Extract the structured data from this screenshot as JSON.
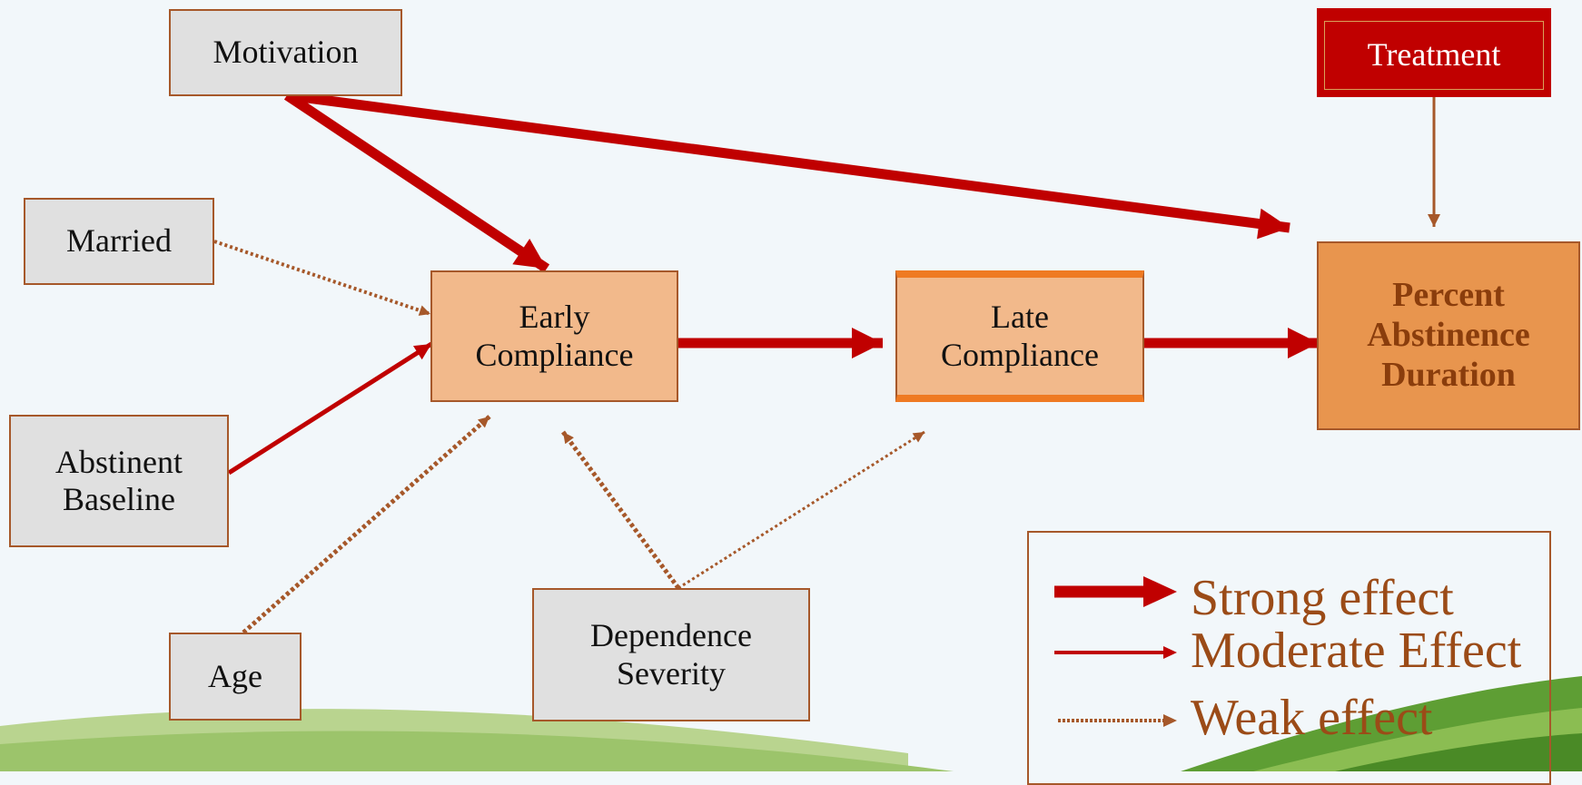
{
  "nodes": {
    "motivation": "Motivation",
    "treatment": "Treatment",
    "married": "Married",
    "early_compliance_line1": "Early",
    "early_compliance_line2": "Compliance",
    "late_compliance_line1": "Late",
    "late_compliance_line2": "Compliance",
    "outcome_line1": "Percent",
    "outcome_line2": "Abstinence",
    "outcome_line3": "Duration",
    "abstinent_baseline_line1": "Abstinent",
    "abstinent_baseline_line2": "Baseline",
    "age": "Age",
    "dependence_severity_line1": "Dependence",
    "dependence_severity_line2": "Severity"
  },
  "legend": {
    "strong": "Strong effect",
    "moderate": "Moderate Effect",
    "weak": "Weak effect"
  },
  "colors": {
    "strong_arrow": "#c00000",
    "weak_arrow": "#a6582a",
    "treatment_fill": "#c00000",
    "compliance_fill": "#f2b98b",
    "outcome_fill": "#e8954e",
    "predictor_fill": "#e0e0e0",
    "background": "#f2f7fa",
    "legend_text": "#9b4b17"
  }
}
